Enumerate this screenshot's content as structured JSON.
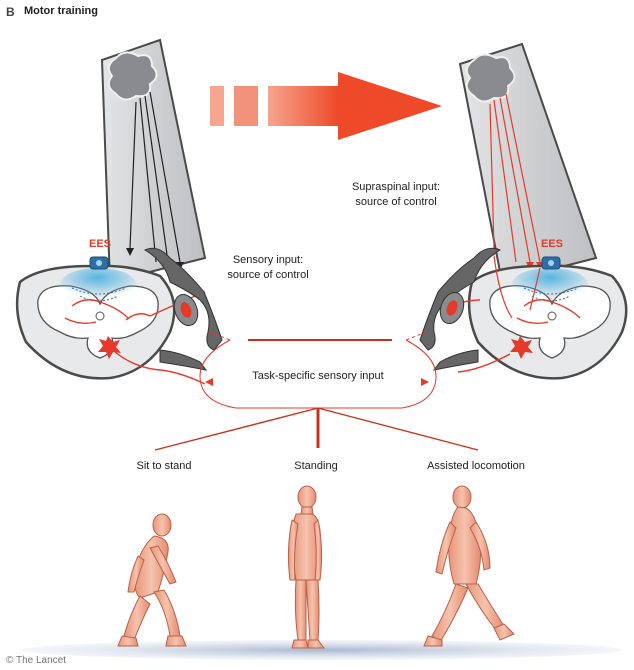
{
  "panel": {
    "letter": "B",
    "title": "Motor training"
  },
  "labels": {
    "ees_left": "EES",
    "ees_right": "EES",
    "supraspinal_line1": "Supraspinal input:",
    "supraspinal_line2": "source of control",
    "sensory_line1": "Sensory input:",
    "sensory_line2": "source of control",
    "task_specific": "Task-specific sensory input",
    "sit_to_stand": "Sit to stand",
    "standing": "Standing",
    "assisted_locomotion": "Assisted locomotion"
  },
  "credit": "© The Lancet",
  "colors": {
    "accent_red": "#e53a2a",
    "arrow_gradient_start": "#f6a58f",
    "arrow_gradient_end": "#ee4a2a",
    "column_gray": "#d3d4d6",
    "column_edge": "#4a4a4a",
    "stim_blue": "#4fb3e0",
    "skin": "#f2b59d"
  }
}
